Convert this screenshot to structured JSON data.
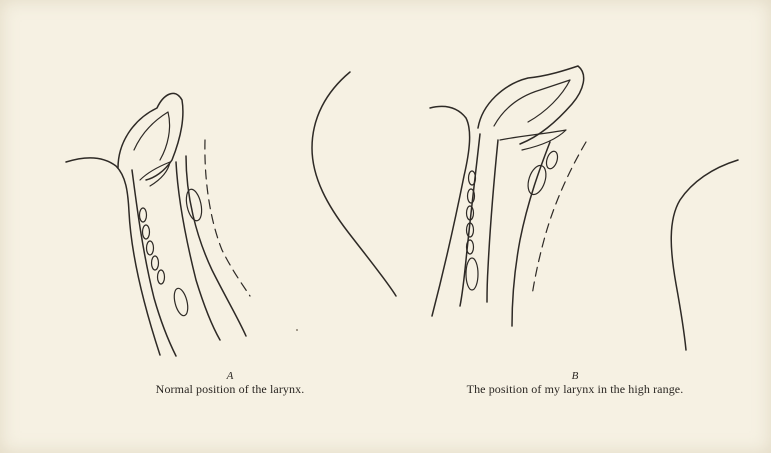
{
  "figure_a": {
    "letter": "A",
    "caption": "Normal position of the larynx."
  },
  "figure_b": {
    "letter": "B",
    "caption": "The position of my larynx in the high range."
  },
  "colors": {
    "paper": "#f6f1e3",
    "ink": "#2e2a26"
  }
}
